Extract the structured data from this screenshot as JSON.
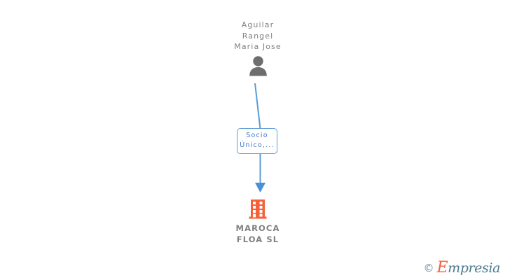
{
  "diagram": {
    "type": "ownership-graph",
    "background_color": "#FFFFFF",
    "nodes": [
      {
        "id": "person",
        "kind": "person",
        "icon": "person-icon",
        "icon_color": "#6E6E6E",
        "label": "Aguilar\nRangel\nMaria Jose",
        "label_color": "#808080"
      },
      {
        "id": "company",
        "kind": "company",
        "icon": "building-icon",
        "icon_color": "#F4613B",
        "label": "MAROCA\nFLOA SL",
        "label_color": "#808080"
      }
    ],
    "edges": [
      {
        "from": "person",
        "to": "company",
        "label": "Socio\nÚnico,...",
        "line_color": "#5B9BD5",
        "label_text_color": "#3C78C8",
        "label_border_color": "#5B9BD5",
        "arrow": "down"
      }
    ]
  },
  "watermark": {
    "copyright_symbol": "©",
    "brand_first_letter": "E",
    "brand_rest": "mpresia",
    "brand_accent_color": "#F4613B",
    "brand_color": "#4A7A8C"
  }
}
